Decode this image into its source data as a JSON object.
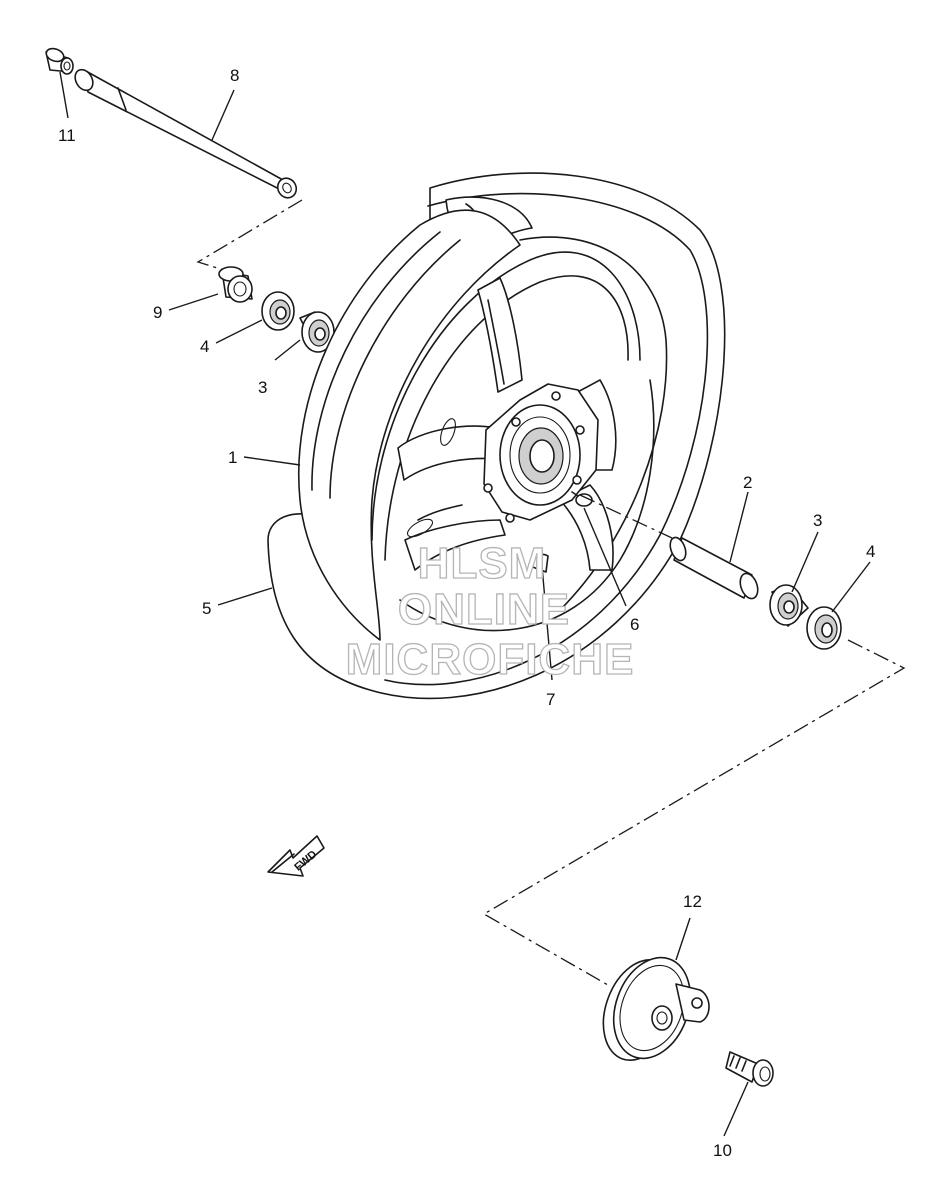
{
  "callouts": [
    "1",
    "2",
    "3",
    "3",
    "4",
    "4",
    "5",
    "6",
    "7",
    "8",
    "9",
    "10",
    "11",
    "12"
  ],
  "watermark": {
    "line1": "HLSM",
    "line2": "ONLINE",
    "line3": "MICROFICHE"
  },
  "fwd_label": "FWD",
  "colors": {
    "line": "#1a1a1a",
    "watermark_stroke": "#b5b5b5",
    "background": "#ffffff"
  }
}
